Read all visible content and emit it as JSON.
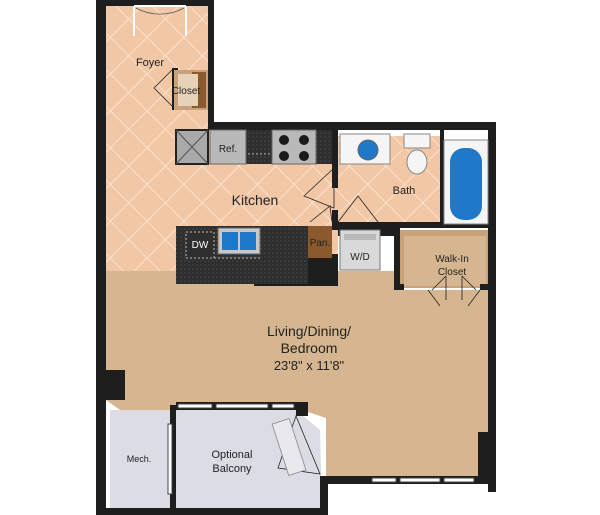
{
  "rooms": {
    "foyer": "Foyer",
    "closet": "Closet",
    "refrigerator": "Ref.",
    "kitchen": "Kitchen",
    "bath": "Bath",
    "dishwasher": "DW",
    "pantry": "Pan.",
    "washer_dryer": "W/D",
    "walk_in_closet_line1": "Walk-In",
    "walk_in_closet_line2": "Closet",
    "living_line1": "Living/Dining/",
    "living_line2": "Bedroom",
    "living_dimensions": "23'8\" x 11'8\"",
    "mechanical": "Mech.",
    "balcony_line1": "Optional",
    "balcony_line2": "Balcony"
  },
  "colors": {
    "wall": "#1e1e1e",
    "tile": "#f2c7a5",
    "tile_grid": "#fde8d6",
    "living_floor": "#d6b690",
    "closet_floor": "#c9a27a",
    "counter": "#2f2f2f",
    "appliance": "#b9b9b9",
    "mech_floor": "#dcdce4",
    "balcony_floor": "#dcdce4",
    "tub": "#1f78c8",
    "pantry": "#8a5a2e"
  }
}
